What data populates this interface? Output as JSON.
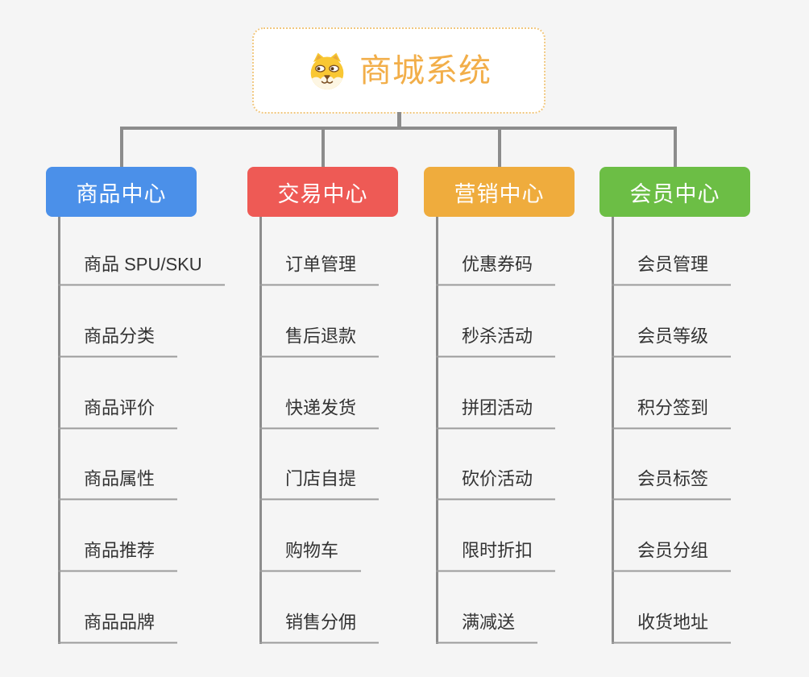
{
  "page": {
    "background": "#F5F5F5"
  },
  "root": {
    "title": "商城系统",
    "icon": "shiba-dog-icon",
    "text_color": "#F2AE49",
    "border_color": "#F1C77E"
  },
  "connector_color": "#8C8C8C",
  "underline_color": "#9B9B9B",
  "leaf_text_color": "#333333",
  "branches": [
    {
      "label": "商品中心",
      "color": "#4B90E9",
      "items": [
        "商品 SPU/SKU",
        "商品分类",
        "商品评价",
        "商品属性",
        "商品推荐",
        "商品品牌"
      ]
    },
    {
      "label": "交易中心",
      "color": "#EE5A55",
      "items": [
        "订单管理",
        "售后退款",
        "快递发货",
        "门店自提",
        "购物车",
        "销售分佣"
      ]
    },
    {
      "label": "营销中心",
      "color": "#EFAC3D",
      "items": [
        "优惠券码",
        "秒杀活动",
        "拼团活动",
        "砍价活动",
        "限时折扣",
        "满减送"
      ]
    },
    {
      "label": "会员中心",
      "color": "#6CBE45",
      "items": [
        "会员管理",
        "会员等级",
        "积分签到",
        "会员标签",
        "会员分组",
        "收货地址"
      ]
    }
  ]
}
